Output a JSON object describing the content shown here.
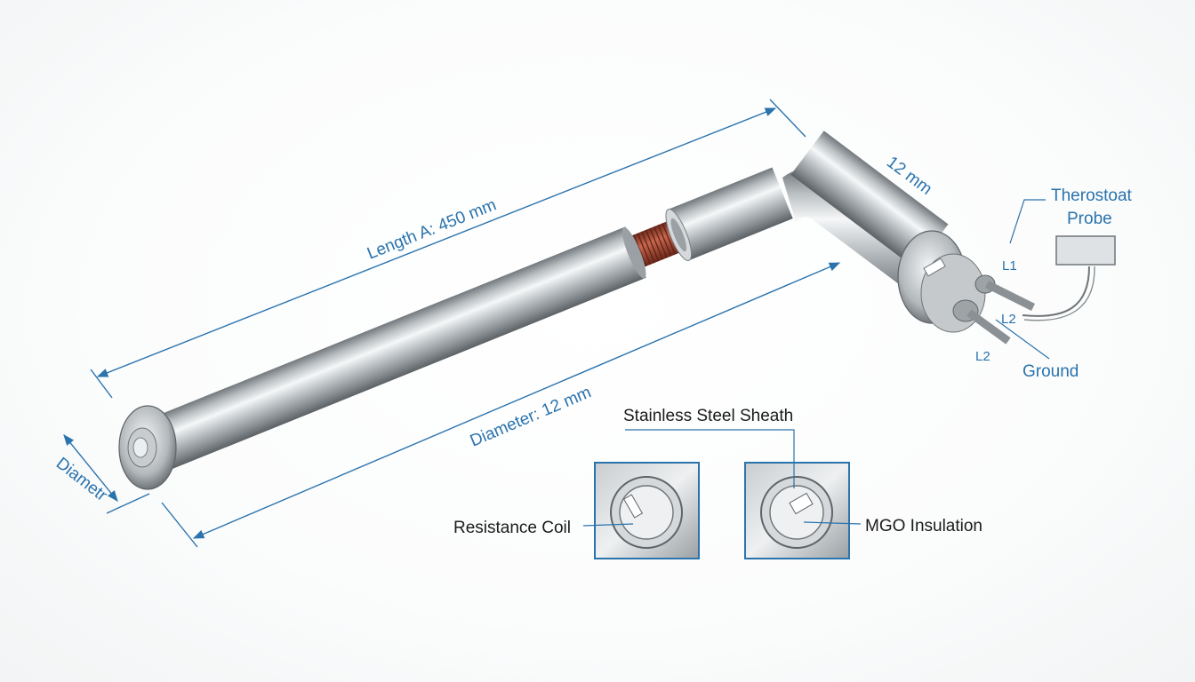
{
  "dimensions": {
    "length": "Length A: 450 mm",
    "diameter_long": "Diameter: 12 mm",
    "diameter_end": "Diametr",
    "bend": "12 mm"
  },
  "callouts": {
    "thermostat_line1": "Therostoat",
    "thermostat_line2": "Probe",
    "terminal_l1": "L1",
    "terminal_l2_inner": "L2",
    "terminal_l2_outer": "L2",
    "ground": "Ground",
    "sheath": "Stainless Steel Sheath",
    "coil": "Resistance Coil",
    "insulation": "MGO Insulation"
  },
  "colors": {
    "dimension_blue": "#2a73ad",
    "steel_dark": "#6f7579",
    "steel_light": "#f4f6f7",
    "copper_coil": "#a0412f"
  }
}
